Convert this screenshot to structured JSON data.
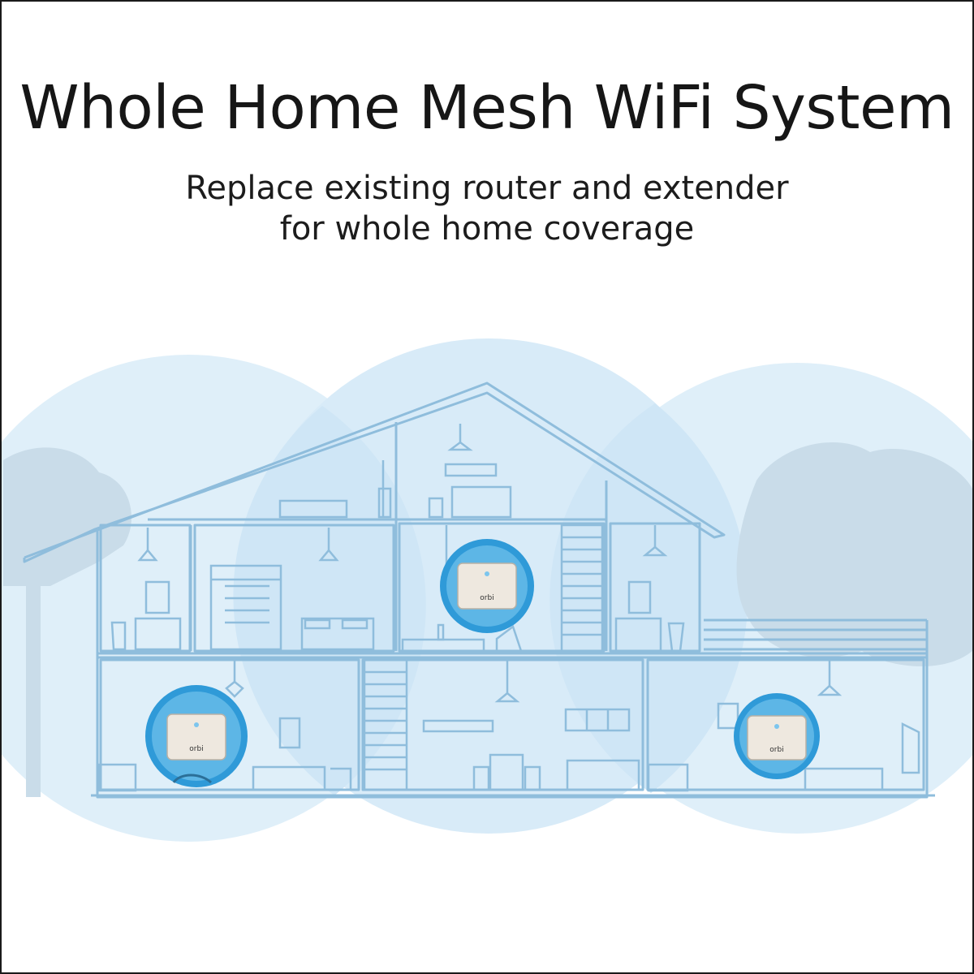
{
  "headline": "Whole Home Mesh WiFi System",
  "subheadline": {
    "line1": "Replace existing router and extender",
    "line2": "for whole home coverage"
  },
  "illustration": {
    "coverage_circle_count": 3,
    "router_count": 3,
    "router_brand_text": "orbi",
    "colors": {
      "coverage_fill": "#dceef9",
      "coverage_overlap": "#c5e2f5",
      "house_line": "#9fc7e2",
      "tree": "#d3e3ee",
      "router_halo": "#3fa3de",
      "router_body": "#eee9e1"
    }
  }
}
